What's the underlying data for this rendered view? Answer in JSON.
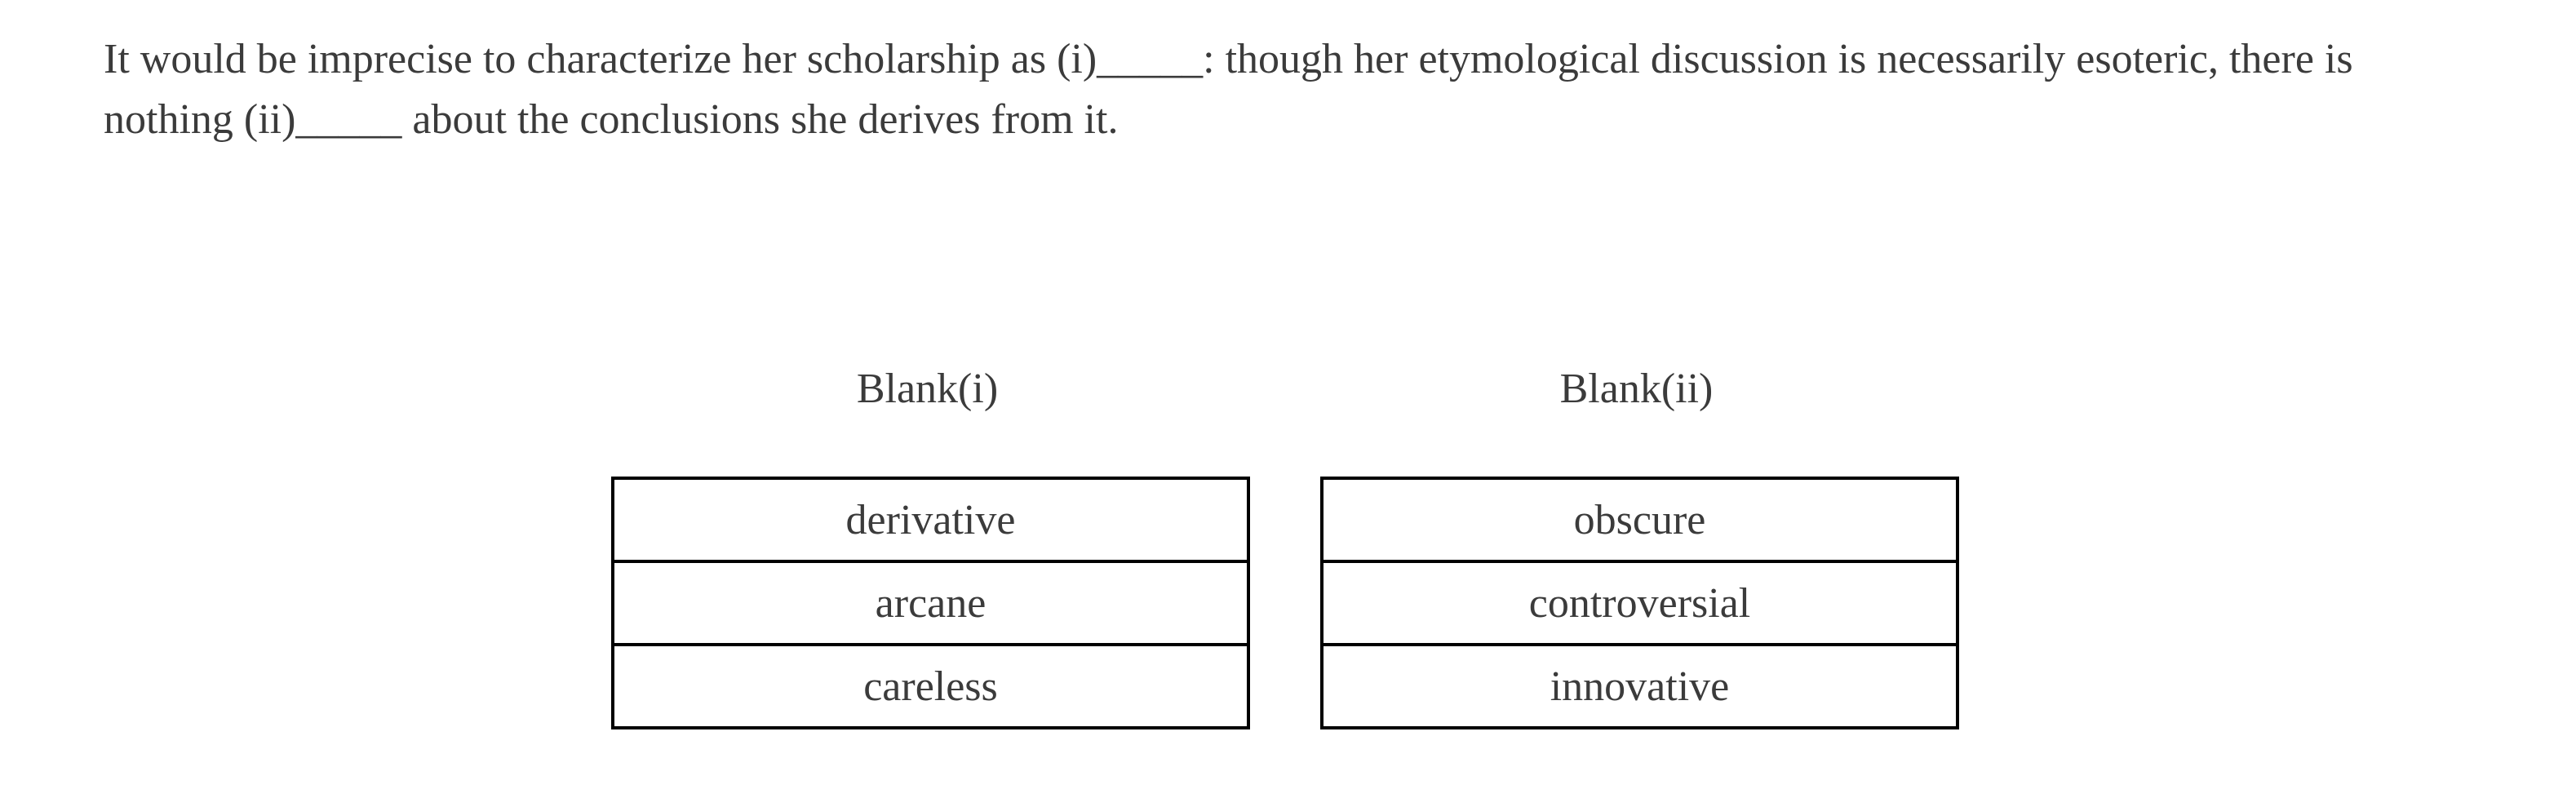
{
  "question": {
    "passage": {
      "lines": [
        "It would be imprecise to characterize her scholarship as (i)_____: though her etymological discussion is necessarily esoteric, there is",
        "nothing (ii)_____ about the conclusions she derives from it."
      ]
    },
    "blanks": [
      {
        "label": "Blank(i)",
        "options": [
          "derivative",
          "arcane",
          "careless"
        ]
      },
      {
        "label": "Blank(ii)",
        "options": [
          "obscure",
          "controversial",
          "innovative"
        ]
      }
    ]
  },
  "colors": {
    "background": "#ffffff",
    "text": "#3b3b3b",
    "table_border": "#000000"
  }
}
